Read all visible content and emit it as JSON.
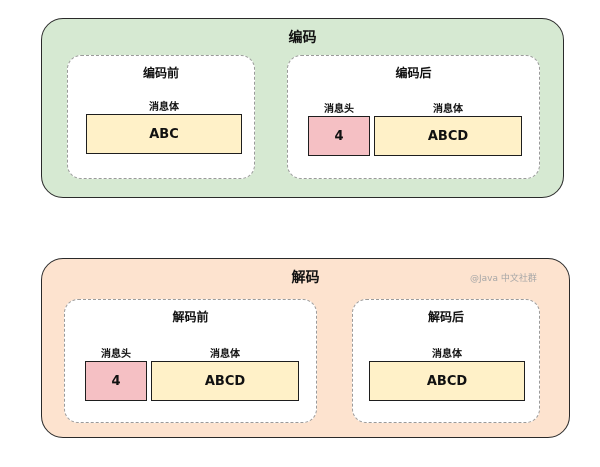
{
  "encode": {
    "title": "编码",
    "before": {
      "title": "编码前",
      "body_label": "消息体",
      "body_value": "ABC"
    },
    "after": {
      "title": "编码后",
      "head_label": "消息头",
      "head_value": "4",
      "body_label": "消息体",
      "body_value": "ABCD"
    }
  },
  "decode": {
    "title": "解码",
    "before": {
      "title": "解码前",
      "head_label": "消息头",
      "head_value": "4",
      "body_label": "消息体",
      "body_value": "ABCD"
    },
    "after": {
      "title": "解码后",
      "body_label": "消息体",
      "body_value": "ABCD"
    }
  },
  "watermark": "@Java 中文社群",
  "colors": {
    "encode_panel": "#d6e9d2",
    "decode_panel": "#fde3cf",
    "message_body": "#fff1c8",
    "message_head": "#f5c0c4"
  }
}
